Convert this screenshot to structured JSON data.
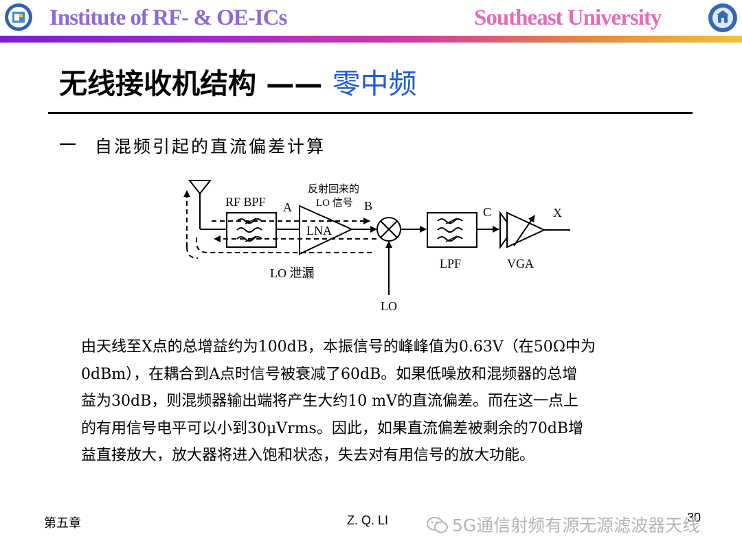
{
  "header": {
    "left_title": "Institute of RF- & OE-ICs",
    "right_title": "Southeast University"
  },
  "slide": {
    "title_main": "无线接收机结构 —— ",
    "title_highlight": "零中频",
    "bullet": "一",
    "subtitle": "自混频引起的直流偏差计算"
  },
  "diagram": {
    "rf_bpf": "RF BPF",
    "point_a": "A",
    "reflect_line1": "反射回来的",
    "reflect_line2": "LO 信号",
    "point_b": "B",
    "lna": "LNA",
    "point_c": "C",
    "point_x": "X",
    "lpf": "LPF",
    "vga": "VGA",
    "lo_leak": "LO 泄漏",
    "lo": "LO"
  },
  "paragraph": [
    "由天线至X点的总增益约为100dB，本振信号的峰峰值为0.63V（在50Ω中为",
    "0dBm），在耦合到A点时信号被衰减了60dB。如果低噪放和混频器的总增",
    "益为30dB，则混频器输出端将产生大约10  mV的直流偏差。而在这一点上",
    "的有用信号电平可以小到30μVrms。因此，如果直流偏差被剩余的70dB增",
    "益直接放大，放大器将进入饱和状态，失去对有用信号的放大功能。"
  ],
  "footer": {
    "chapter": "第五章",
    "author": "Z. Q. LI",
    "page": "30"
  },
  "watermark": {
    "icon": "wechat-icon",
    "text": "5G通信射频有源无源滤波器天线"
  },
  "colors": {
    "left_title": "#8c6ad8",
    "right_title": "#e46cb8",
    "title_highlight": "#1e5bd8"
  }
}
